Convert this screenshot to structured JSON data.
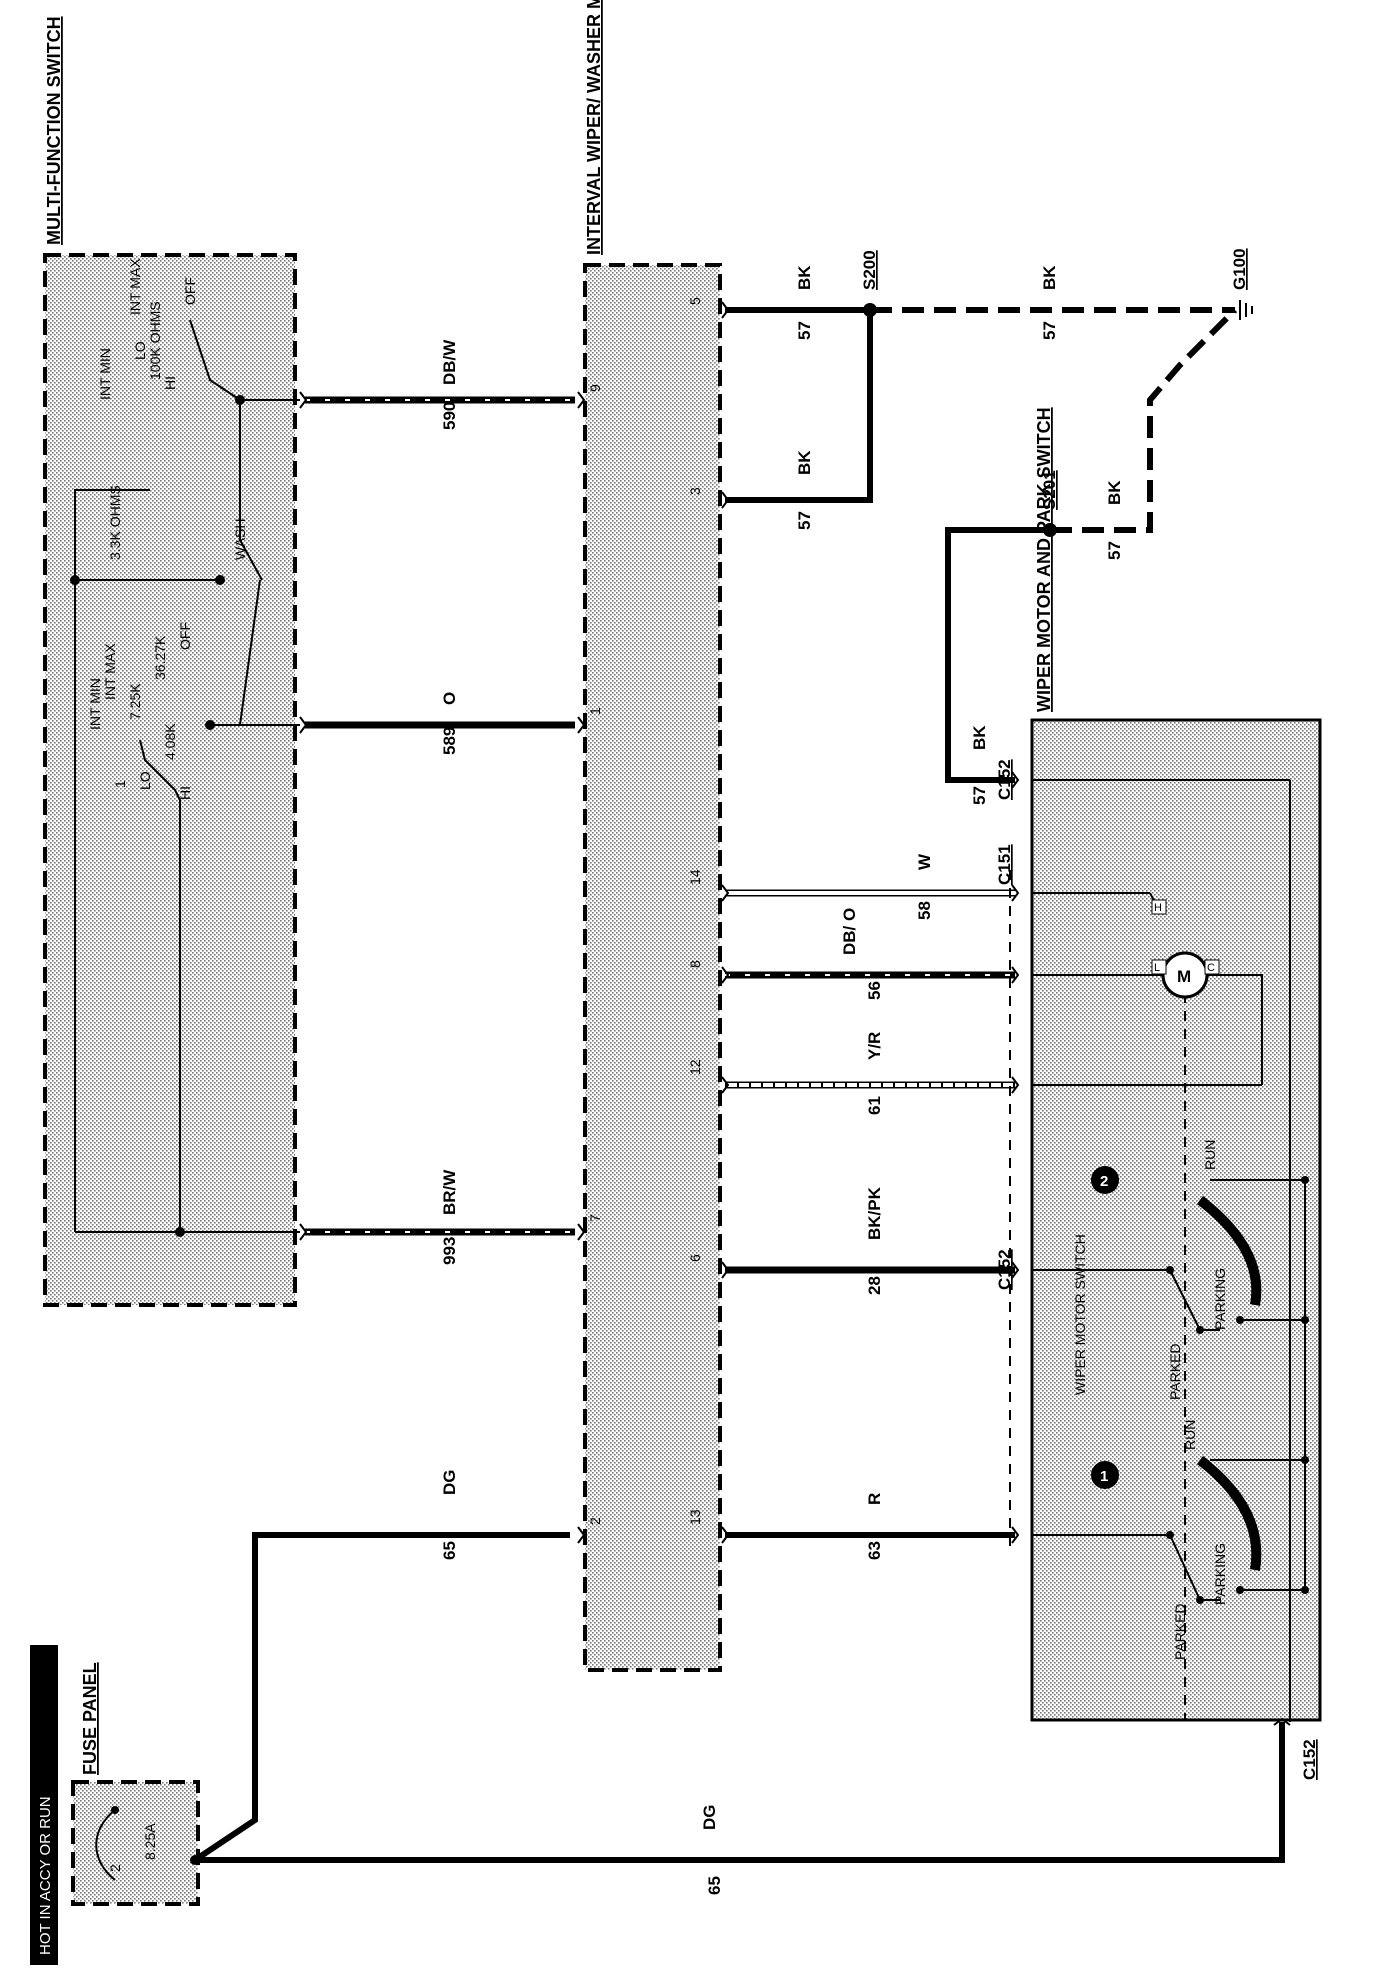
{
  "diagram": {
    "power_banner": "HOT IN ACCY OR RUN",
    "components": {
      "fuse_panel": "FUSE PANEL",
      "fuse_rating": "8.25A",
      "fuse_number": "2",
      "multifunction_switch": "MULTI-FUNCTION SWITCH",
      "interval_module": "INTERVAL WIPER/ WASHER MODULE",
      "wiper_motor": "WIPER MOTOR AND PARK SWITCH",
      "wiper_motor_switch": "WIPER MOTOR SWITCH"
    },
    "switch_labels": {
      "lo": "LO",
      "hi": "HI",
      "int_min": "INT MIN",
      "int_max": "INT MAX",
      "off": "OFF",
      "wash": "WASH",
      "r1": "4.08K",
      "r2": "7.25K",
      "r3": "36.27K",
      "r4": "3.3K OHMS",
      "r5": "100K OHMS",
      "one": "1"
    },
    "motor_labels": {
      "m": "M",
      "l": "L",
      "h": "H",
      "c": "C",
      "parked": "PARKED",
      "parking": "PARKING",
      "run": "RUN",
      "num1": "1",
      "num2": "2"
    },
    "connectors": {
      "c151": "C151",
      "c152": "C152"
    },
    "splices": {
      "s200": "S200",
      "s201": "S201"
    },
    "ground": "G100",
    "wires": [
      {
        "circuit": "65",
        "color": "DG"
      },
      {
        "circuit": "65",
        "color": "DG"
      },
      {
        "circuit": "993",
        "color": "BR/W",
        "pin": "7"
      },
      {
        "circuit": "589",
        "color": "O",
        "pin": "1"
      },
      {
        "circuit": "590",
        "color": "DB/W",
        "pin": "9"
      },
      {
        "circuit": "65",
        "color": "DG",
        "pin": "2"
      },
      {
        "circuit": "63",
        "color": "R",
        "pin": "13"
      },
      {
        "circuit": "28",
        "color": "BK/PK",
        "pin": "6"
      },
      {
        "circuit": "61",
        "color": "Y/R",
        "pin": "12"
      },
      {
        "circuit": "56",
        "color": "DB/ O",
        "pin": "8"
      },
      {
        "circuit": "58",
        "color": "W",
        "pin": "14"
      },
      {
        "circuit": "57",
        "color": "BK",
        "pin": "3"
      },
      {
        "circuit": "57",
        "color": "BK",
        "pin": "5"
      },
      {
        "circuit": "57",
        "color": "BK"
      },
      {
        "circuit": "57",
        "color": "BK"
      },
      {
        "circuit": "57",
        "color": "BK"
      }
    ]
  }
}
